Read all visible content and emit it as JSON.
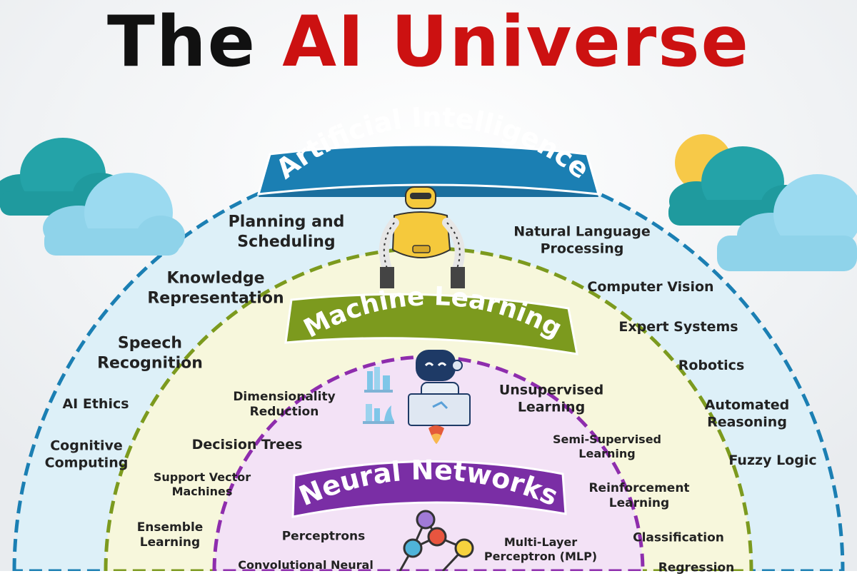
{
  "title": {
    "part1": "The",
    "part2": "AI Universe"
  },
  "colors": {
    "title_accent": "#cc1111",
    "ai_band": "#1b7fb3",
    "ml_band": "#7c9a1e",
    "nn_band": "#7a2ea5",
    "ai_fill": "#ddf0f8",
    "ml_fill": "#f7f7dc",
    "nn_fill": "#f3e2f6"
  },
  "rings": {
    "ai": {
      "label": "Artificial Intelligence",
      "icon": "robot-arms-icon",
      "topics": [
        {
          "lines": [
            "Planning and",
            "Scheduling"
          ]
        },
        {
          "lines": [
            "Knowledge",
            "Representation"
          ]
        },
        {
          "lines": [
            "Speech",
            "Recognition"
          ]
        },
        {
          "lines": [
            "AI Ethics"
          ]
        },
        {
          "lines": [
            "Cognitive",
            "Computing"
          ]
        },
        {
          "lines": [
            "Natural Language",
            "Processing"
          ]
        },
        {
          "lines": [
            "Computer Vision"
          ]
        },
        {
          "lines": [
            "Expert Systems"
          ]
        },
        {
          "lines": [
            "Robotics"
          ]
        },
        {
          "lines": [
            "Automated",
            "Reasoning"
          ]
        },
        {
          "lines": [
            "Fuzzy Logic"
          ]
        },
        {
          "lines": [
            "Classification"
          ]
        },
        {
          "lines": [
            "Regression"
          ]
        }
      ]
    },
    "ml": {
      "label": "Machine Learning",
      "icon": "robot-laptop-icon",
      "topics": [
        {
          "lines": [
            "Dimensionality",
            "Reduction"
          ]
        },
        {
          "lines": [
            "Decision Trees"
          ]
        },
        {
          "lines": [
            "Support Vector",
            "Machines"
          ]
        },
        {
          "lines": [
            "Ensemble",
            "Learning"
          ]
        },
        {
          "lines": [
            "Unsupervised",
            "Learning"
          ]
        },
        {
          "lines": [
            "Semi-Supervised",
            "Learning"
          ]
        },
        {
          "lines": [
            "Reinforcement",
            "Learning"
          ]
        }
      ]
    },
    "nn": {
      "label": "Neural Networks",
      "icon": "neural-network-icon",
      "topics": [
        {
          "lines": [
            "Perceptrons"
          ]
        },
        {
          "lines": [
            "Convolutional Neural"
          ]
        },
        {
          "lines": [
            "Multi-Layer",
            "Perceptron (MLP)"
          ]
        }
      ]
    }
  },
  "decorations": [
    "cloud-icon",
    "sun-icon",
    "bookshelf-icon"
  ]
}
